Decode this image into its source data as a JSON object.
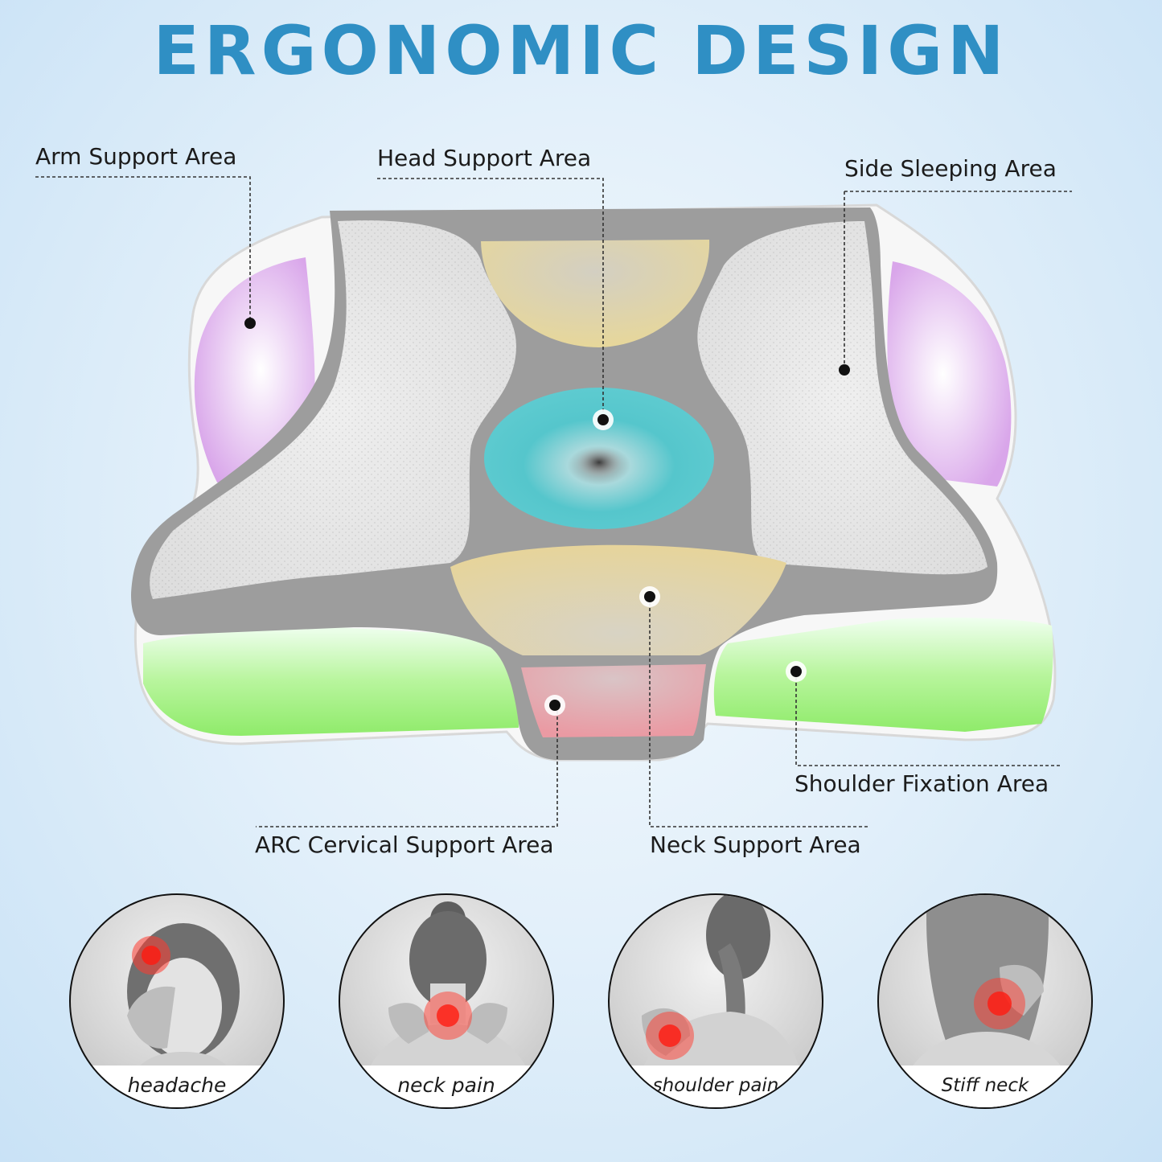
{
  "title": "ERGONOMIC DESIGN",
  "callouts": {
    "arm": "Arm Support Area",
    "head": "Head Support Area",
    "side": "Side Sleeping Area",
    "shoulder_fix": "Shoulder Fixation Area",
    "arc": "ARC Cervical Support Area",
    "neck": "Neck Support Area"
  },
  "zone_colors": {
    "arm": "#d9a6ea",
    "head": "#e7d79a",
    "center": "#55c6cc",
    "neck": "#e6d49b",
    "arc": "#ea9aa3",
    "shoulder": "#9ef07c"
  },
  "symptoms": [
    {
      "label": "headache"
    },
    {
      "label": "neck pain"
    },
    {
      "label": "shoulder pain"
    },
    {
      "label": "Stiff neck"
    }
  ],
  "accent_color": "#2f8fc4"
}
